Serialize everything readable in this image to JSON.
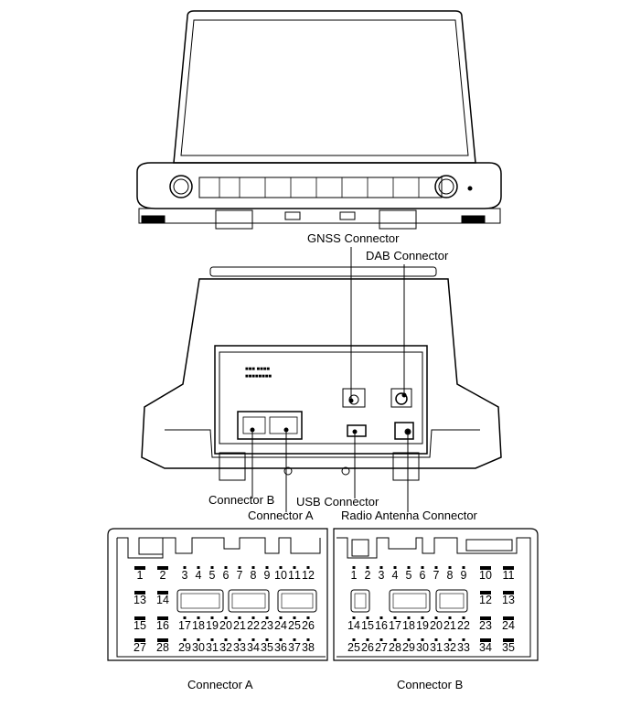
{
  "callouts": {
    "gnss": "GNSS Connector",
    "dab": "DAB Connector",
    "connector_b": "Connector B",
    "connector_a": "Connector A",
    "usb": "USB Connector",
    "radio_antenna": "Radio Antenna Connector"
  },
  "captions": {
    "connector_a": "Connector A",
    "connector_b": "Connector B"
  },
  "connector_a_pins": [
    [
      {
        "n": "1",
        "t": "big"
      },
      {
        "n": "2",
        "t": "big"
      },
      {
        "n": "3",
        "t": "small"
      },
      {
        "n": "4",
        "t": "small"
      },
      {
        "n": "5",
        "t": "small"
      },
      {
        "n": "6",
        "t": "small"
      },
      {
        "n": "7",
        "t": "small"
      },
      {
        "n": "8",
        "t": "small"
      },
      {
        "n": "9",
        "t": "small"
      },
      {
        "n": "10",
        "t": "small"
      },
      {
        "n": "11",
        "t": "small"
      },
      {
        "n": "12",
        "t": "small"
      }
    ],
    [
      {
        "n": "13",
        "t": "big"
      },
      {
        "n": "14",
        "t": "big"
      }
    ],
    [
      {
        "n": "15",
        "t": "big"
      },
      {
        "n": "16",
        "t": "big"
      },
      {
        "n": "17",
        "t": "small"
      },
      {
        "n": "18",
        "t": "small"
      },
      {
        "n": "19",
        "t": "small"
      },
      {
        "n": "20",
        "t": "small"
      },
      {
        "n": "21",
        "t": "small"
      },
      {
        "n": "22",
        "t": "small"
      },
      {
        "n": "23",
        "t": "small"
      },
      {
        "n": "24",
        "t": "small"
      },
      {
        "n": "25",
        "t": "small"
      },
      {
        "n": "26",
        "t": "small"
      }
    ],
    [
      {
        "n": "27",
        "t": "big"
      },
      {
        "n": "28",
        "t": "big"
      },
      {
        "n": "29",
        "t": "small"
      },
      {
        "n": "30",
        "t": "small"
      },
      {
        "n": "31",
        "t": "small"
      },
      {
        "n": "32",
        "t": "small"
      },
      {
        "n": "33",
        "t": "small"
      },
      {
        "n": "34",
        "t": "small"
      },
      {
        "n": "35",
        "t": "small"
      },
      {
        "n": "36",
        "t": "small"
      },
      {
        "n": "37",
        "t": "small"
      },
      {
        "n": "38",
        "t": "small"
      }
    ]
  ],
  "connector_b_pins": [
    [
      {
        "n": "1",
        "t": "small"
      },
      {
        "n": "2",
        "t": "small"
      },
      {
        "n": "3",
        "t": "small"
      },
      {
        "n": "4",
        "t": "small"
      },
      {
        "n": "5",
        "t": "small"
      },
      {
        "n": "6",
        "t": "small"
      },
      {
        "n": "7",
        "t": "small"
      },
      {
        "n": "8",
        "t": "small"
      },
      {
        "n": "9",
        "t": "small"
      },
      {
        "n": "10",
        "t": "big"
      },
      {
        "n": "11",
        "t": "big"
      }
    ],
    [
      {
        "n": "12",
        "t": "big"
      },
      {
        "n": "13",
        "t": "big"
      }
    ],
    [
      {
        "n": "14",
        "t": "small"
      },
      {
        "n": "15",
        "t": "small"
      },
      {
        "n": "16",
        "t": "small"
      },
      {
        "n": "17",
        "t": "small"
      },
      {
        "n": "18",
        "t": "small"
      },
      {
        "n": "19",
        "t": "small"
      },
      {
        "n": "20",
        "t": "small"
      },
      {
        "n": "21",
        "t": "small"
      },
      {
        "n": "22",
        "t": "small"
      },
      {
        "n": "23",
        "t": "big"
      },
      {
        "n": "24",
        "t": "big"
      }
    ],
    [
      {
        "n": "25",
        "t": "small"
      },
      {
        "n": "26",
        "t": "small"
      },
      {
        "n": "27",
        "t": "small"
      },
      {
        "n": "28",
        "t": "small"
      },
      {
        "n": "29",
        "t": "small"
      },
      {
        "n": "30",
        "t": "small"
      },
      {
        "n": "31",
        "t": "small"
      },
      {
        "n": "32",
        "t": "small"
      },
      {
        "n": "33",
        "t": "small"
      },
      {
        "n": "34",
        "t": "big"
      },
      {
        "n": "35",
        "t": "big"
      }
    ]
  ]
}
